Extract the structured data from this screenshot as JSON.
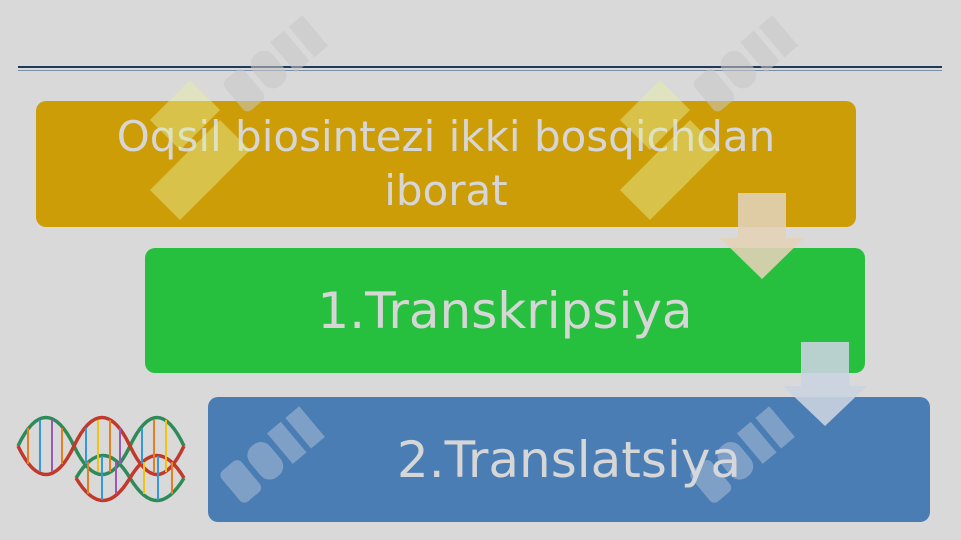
{
  "steps": [
    {
      "label": "Oqsil biosintezi ikki bosqichdan iborat",
      "color": "#cc9d06"
    },
    {
      "label": "1.Transkripsiya",
      "color": "#27c03e"
    },
    {
      "label": "2.Translatsiya",
      "color": "#4a7db4"
    }
  ],
  "arrows": {
    "color": "#e0cfb0"
  },
  "illustration": {
    "icon": "dna-double-helix-icon"
  },
  "watermark": {
    "text": "SOFF",
    "icon": "watermark-logo-icon"
  }
}
